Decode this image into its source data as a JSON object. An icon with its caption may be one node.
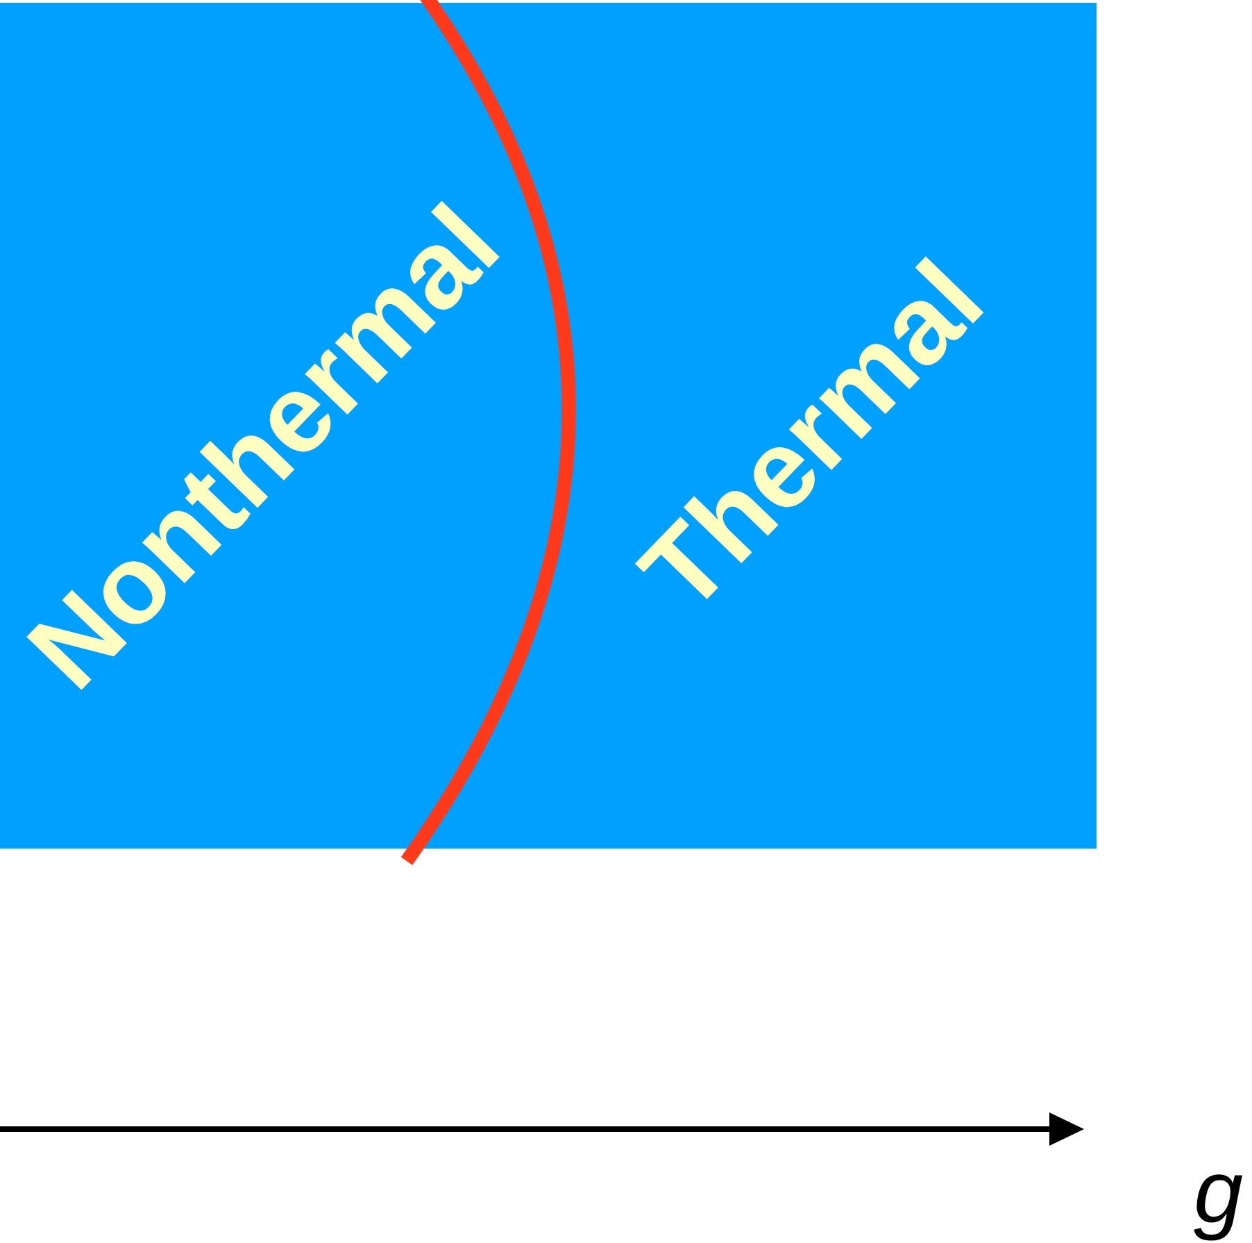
{
  "diagram": {
    "nodes": [
      {
        "text": [
          "Nonthermal",
          "Thermal"
        ]
      }
    ],
    "labels": [
      "g"
    ]
  }
}
